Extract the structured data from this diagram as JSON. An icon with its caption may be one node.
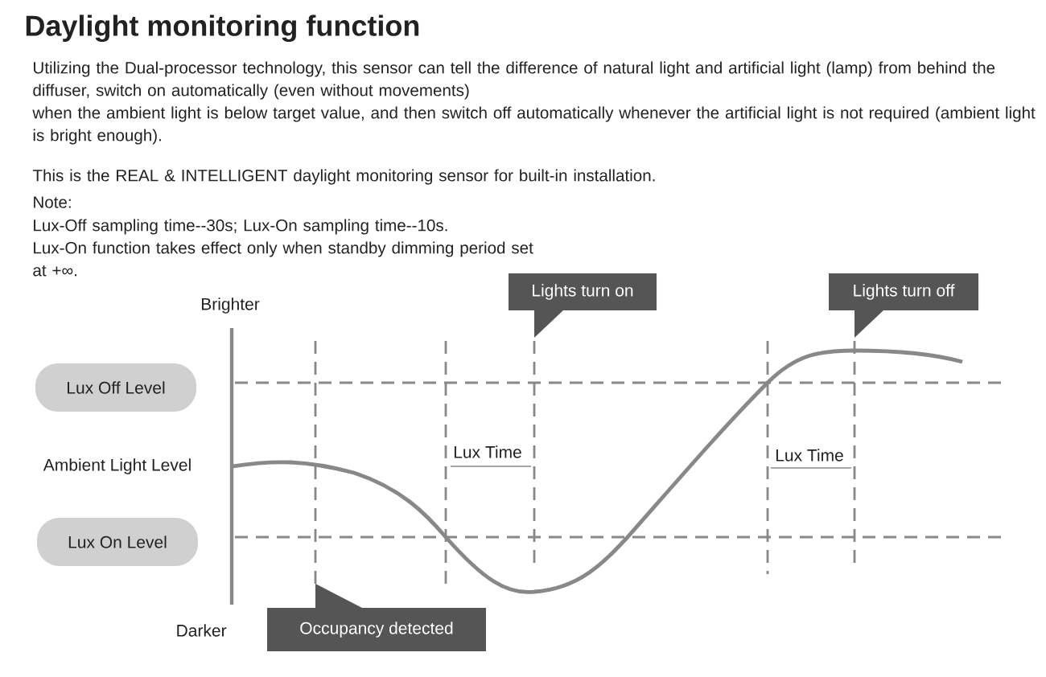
{
  "diagram": {
    "title": "Daylight monitoring function",
    "nodes": [
      {
        "text": [
          "Lights turn on"
        ]
      },
      {
        "text": [
          "Lights turn off"
        ]
      },
      {
        "text": [
          "Lux Off Level"
        ]
      },
      {
        "text": [
          "Lux On Level"
        ]
      },
      {
        "text": [
          "Occupancy detected"
        ]
      }
    ],
    "labels": [
      "Utilizing the Dual-processor technology, this sensor can tell the difference of natural light and artificial light (lamp) from behind the diffuser, switch on automatically (even without movements)",
      "when the ambient light is below target value, and then switch off automatically whenever the artificial light is not required (ambient light is bright enough).",
      "This is the REAL & INTELLIGENT daylight monitoring sensor for built-in installation.",
      "Note:",
      "Lux-Off sampling time--30s; Lux-On sampling time--10s.",
      "Lux-On function takes effect only when standby dimming period set at +∞.",
      "Brighter",
      "Ambient Light Level",
      "Lux Time",
      "Lux Time",
      "Darker"
    ]
  }
}
